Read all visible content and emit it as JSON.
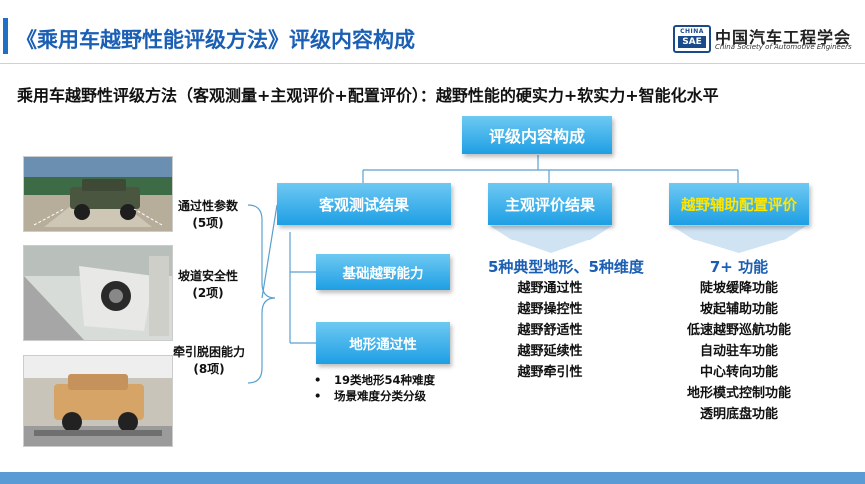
{
  "header": {
    "title": "《乘用车越野性能评级方法》评级内容构成",
    "logo_badge_top": "CHINA",
    "logo_badge_bottom": "SAE",
    "logo_cn": "中国汽车工程学会",
    "logo_en": "China Society of Automotive Engineers"
  },
  "subtitle": "乘用车越野性评级方法（客观测量+主观评价+配置评价）：越野性能的硬实力+软实力+智能化水平",
  "root_box": "评级内容构成",
  "objective": {
    "title": "客观测试结果",
    "sub1": "基础越野能力",
    "sub2": "地形通过性",
    "bullets": [
      "19类地形54种难度",
      "场景难度分类分级"
    ],
    "bullet_glyph": "•"
  },
  "left_labels": [
    {
      "name": "通过性参数",
      "count": "(5项)"
    },
    {
      "name": "坡道安全性",
      "count": "(2项)"
    },
    {
      "name": "牵引脱困能力",
      "count": "(8项)"
    }
  ],
  "subjective": {
    "title": "主观评价结果",
    "heading": "5种典型地形、5种维度",
    "items": [
      "越野通过性",
      "越野操控性",
      "越野舒适性",
      "越野延续性",
      "越野牵引性"
    ]
  },
  "config": {
    "title": "越野辅助配置评价",
    "heading": "7+ 功能",
    "items": [
      "陡坡缓降功能",
      "坡起辅助功能",
      "低速越野巡航功能",
      "自动驻车功能",
      "中心转向功能",
      "地形模式控制功能",
      "透明底盘功能"
    ]
  },
  "colors": {
    "accent_blue": "#1a5fb4",
    "box_blue": "#1e9fe4",
    "config_text": "#ffe600",
    "bottom_bar": "#5a9bd5"
  }
}
